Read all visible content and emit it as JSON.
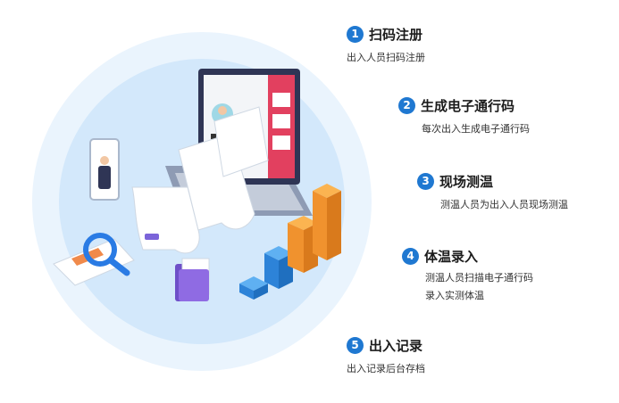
{
  "steps": [
    {
      "num": "1",
      "title": "扫码注册",
      "desc": [
        "出入人员扫码注册"
      ]
    },
    {
      "num": "2",
      "title": "生成电子通行码",
      "desc": [
        "每次出入生成电子通行码"
      ]
    },
    {
      "num": "3",
      "title": "现场测温",
      "desc": [
        "测温人员为出入人员现场测温"
      ]
    },
    {
      "num": "4",
      "title": "体温录入",
      "desc": [
        "测温人员扫描电子通行码",
        "录入实测体温"
      ]
    },
    {
      "num": "5",
      "title": "出入记录",
      "desc": [
        "出入记录后台存档"
      ]
    }
  ],
  "colors": {
    "accent": "#1f78d1",
    "circle_outer": "#eaf4fd",
    "circle_inner": "#d3e8fb"
  }
}
